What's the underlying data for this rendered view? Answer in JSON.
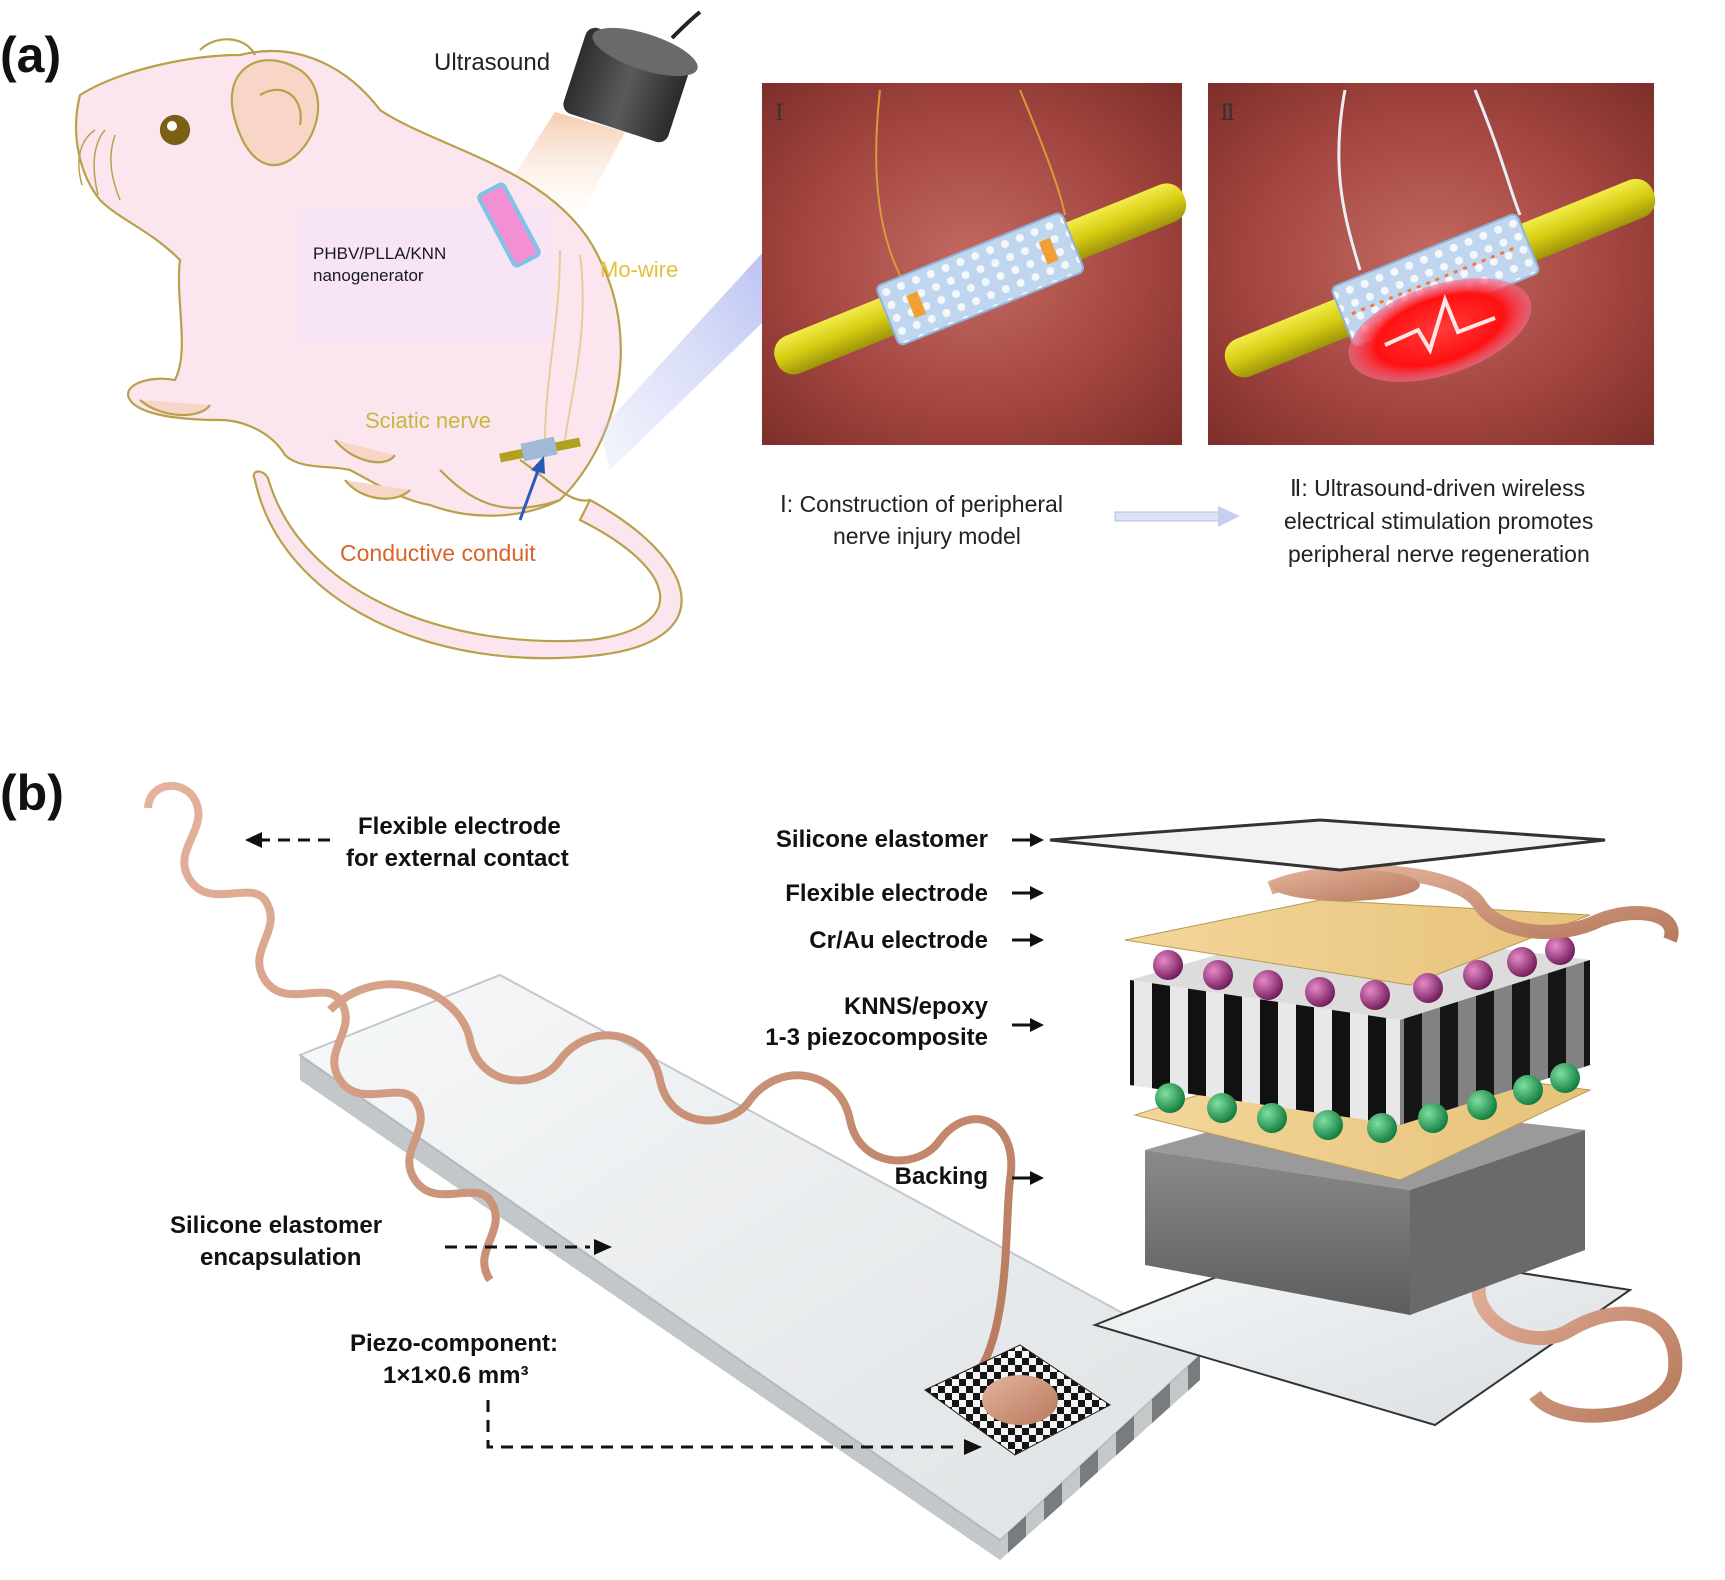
{
  "panels": {
    "a": {
      "label": "(a)",
      "ultrasound_label": "Ultrasound",
      "nanogenerator_label_line1": "PHBV/PLLA/KNN",
      "nanogenerator_label_line2": "nanogenerator",
      "mo_wire_label": "Mo-wire",
      "sciatic_nerve_label": "Sciatic nerve",
      "conduit_label": "Conductive conduit",
      "inset1_roman": "Ⅰ",
      "inset2_roman": "Ⅱ",
      "caption1_line1": "Ⅰ: Construction of peripheral",
      "caption1_line2": "nerve injury model",
      "caption2_line1": "Ⅱ: Ultrasound-driven wireless",
      "caption2_line2": "electrical stimulation promotes",
      "caption2_line3": "peripheral nerve regeneration"
    },
    "b": {
      "label": "(b)",
      "flex_electrode_ext_line1": "Flexible electrode",
      "flex_electrode_ext_line2": "for external contact",
      "encapsulation_line1": "Silicone elastomer",
      "encapsulation_line2": "encapsulation",
      "piezo_component_line1": "Piezo-component:",
      "piezo_component_line2": "1×1×0.6 mm³",
      "layers": [
        "Silicone elastomer",
        "Flexible electrode",
        "Cr/Au electrode",
        "KNNS/epoxy",
        "1-3 piezocomposite",
        "Backing"
      ]
    }
  },
  "colors": {
    "rat_fill": "#fbe6ef",
    "rat_outline": "#b8a14a",
    "tissue": "#a84a44",
    "nerve_yellow": "#d8cf16",
    "copper": "#c99378",
    "stimulus_red": "#ff1a1a"
  }
}
